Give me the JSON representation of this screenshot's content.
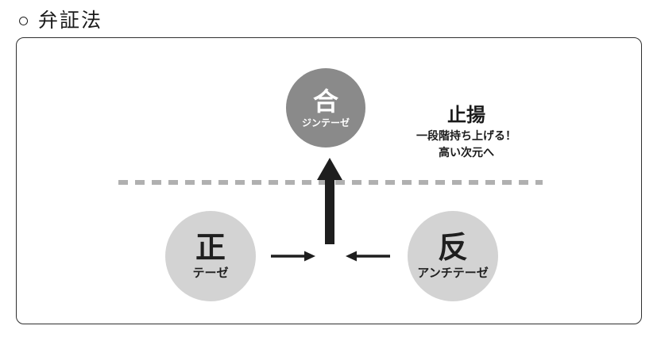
{
  "page": {
    "heading": "○ 弁証法"
  },
  "diagram": {
    "synthesis": {
      "label": "合",
      "sublabel": "ジンテーゼ"
    },
    "thesis": {
      "label": "正",
      "sublabel": "テーゼ"
    },
    "antithesis": {
      "label": "反",
      "sublabel": "アンチテーゼ"
    },
    "aufheben": {
      "title": "止揚",
      "note1": "一段階持ち上げる！",
      "note2": "高い次元へ"
    },
    "colors": {
      "synthesis_fill": "#8a8a8a",
      "thesis_fill": "#d3d3d3",
      "antithesis_fill": "#d3d3d3",
      "arrow": "#1e1e1e",
      "dashed_line": "#b0b0b0",
      "frame_border": "#2f2f2f",
      "text_dark": "#1a1a1a",
      "text_on_dark": "#ffffff"
    }
  }
}
